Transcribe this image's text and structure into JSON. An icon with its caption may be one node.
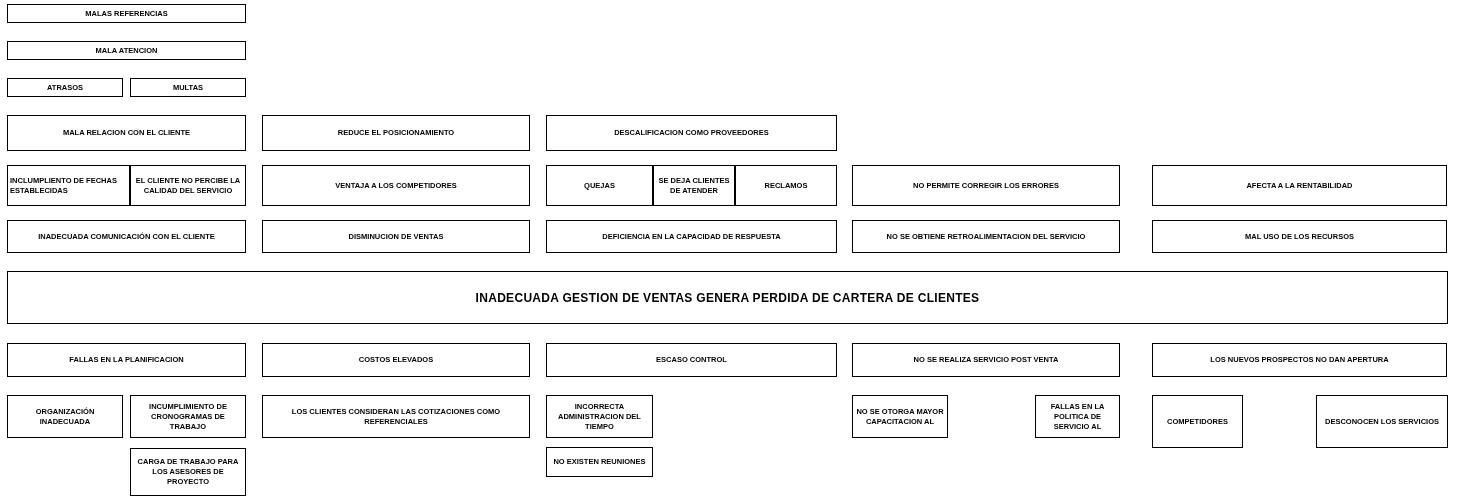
{
  "diagram": {
    "nodes": [
      {
        "text": [
          "MALAS REFERENCIAS"
        ]
      },
      {
        "text": [
          "MALA ATENCION"
        ]
      },
      {
        "text": [
          "ATRASOS"
        ]
      },
      {
        "text": [
          "MULTAS"
        ]
      },
      {
        "text": [
          "MALA RELACION CON EL CLIENTE"
        ]
      },
      {
        "text": [
          "REDUCE EL POSICIONAMIENTO"
        ]
      },
      {
        "text": [
          "DESCALIFICACION COMO PROVEEDORES"
        ]
      },
      {
        "text": [
          "INCLUMPLIENTO DE FECHAS ESTABLECIDAS"
        ]
      },
      {
        "text": [
          "EL CLIENTE NO PERCIBE LA CALIDAD DEL SERVICIO"
        ]
      },
      {
        "text": [
          "VENTAJA A LOS COMPETIDORES"
        ]
      },
      {
        "text": [
          "QUEJAS"
        ]
      },
      {
        "text": [
          "SE DEJA CLIENTES DE ATENDER"
        ]
      },
      {
        "text": [
          "RECLAMOS"
        ]
      },
      {
        "text": [
          "NO PERMITE CORREGIR LOS ERRORES"
        ]
      },
      {
        "text": [
          "AFECTA A LA RENTABILIDAD"
        ]
      },
      {
        "text": [
          "INADECUADA COMUNICACIÓN CON EL CLIENTE"
        ]
      },
      {
        "text": [
          "DISMINUCION DE VENTAS"
        ]
      },
      {
        "text": [
          "DEFICIENCIA EN LA CAPACIDAD DE RESPUESTA"
        ]
      },
      {
        "text": [
          "NO SE OBTIENE RETROALIMENTACION DEL SERVICIO"
        ]
      },
      {
        "text": [
          "MAL USO DE LOS RECURSOS"
        ]
      },
      {
        "text": [
          "INADECUADA GESTION DE VENTAS GENERA PERDIDA DE CARTERA DE CLIENTES"
        ]
      },
      {
        "text": [
          "FALLAS EN LA PLANIFICACION"
        ]
      },
      {
        "text": [
          "COSTOS ELEVADOS"
        ]
      },
      {
        "text": [
          "ESCASO CONTROL"
        ]
      },
      {
        "text": [
          "NO SE REALIZA SERVICIO POST VENTA"
        ]
      },
      {
        "text": [
          "LOS NUEVOS PROSPECTOS NO DAN APERTURA"
        ]
      },
      {
        "text": [
          "ORGANIZACIÓN INADECUADA"
        ]
      },
      {
        "text": [
          "INCUMPLIMIENTO DE CRONOGRAMAS DE TRABAJO"
        ]
      },
      {
        "text": [
          "LOS CLIENTES CONSIDERAN LAS COTIZACIONES COMO REFERENCIALES"
        ]
      },
      {
        "text": [
          "INCORRECTA ADMINISTRACION DEL TIEMPO"
        ]
      },
      {
        "text": [
          "NO SE OTORGA MAYOR CAPACITACION AL"
        ]
      },
      {
        "text": [
          "FALLAS EN LA POLITICA DE SERVICIO AL"
        ]
      },
      {
        "text": [
          "COMPETIDORES"
        ]
      },
      {
        "text": [
          "DESCONOCEN LOS SERVICIOS"
        ]
      },
      {
        "text": [
          "CARGA DE TRABAJO PARA LOS ASESORES DE PROYECTO"
        ]
      },
      {
        "text": [
          "NO EXISTEN REUNIONES"
        ]
      }
    ],
    "edges": []
  }
}
